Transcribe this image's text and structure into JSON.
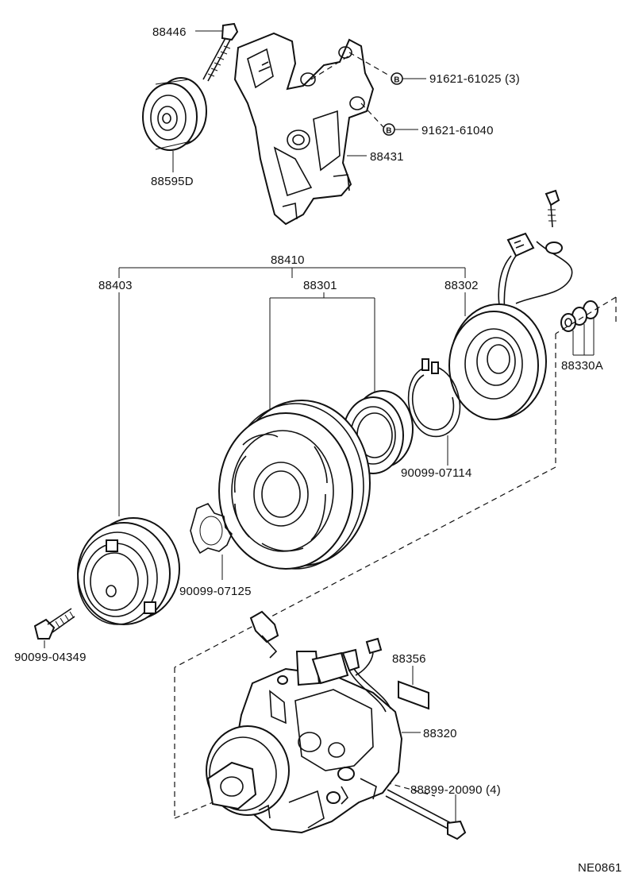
{
  "labels": {
    "p88446": "88446",
    "p88595d": "88595D",
    "p91621_61025": "91621-61025 (3)",
    "p91621_61040": "91621-61040",
    "p88431": "88431",
    "p88410": "88410",
    "p88403": "88403",
    "p88301": "88301",
    "p88302": "88302",
    "p88330a": "88330A",
    "p90099_07114": "90099-07114",
    "p90099_07125": "90099-07125",
    "p90099_04349": "90099-04349",
    "p88356": "88356",
    "p88320": "88320",
    "p88899_20090": "88899-20090 (4)",
    "bolt_marker_b": "B",
    "diagram_code": "NE0861"
  }
}
